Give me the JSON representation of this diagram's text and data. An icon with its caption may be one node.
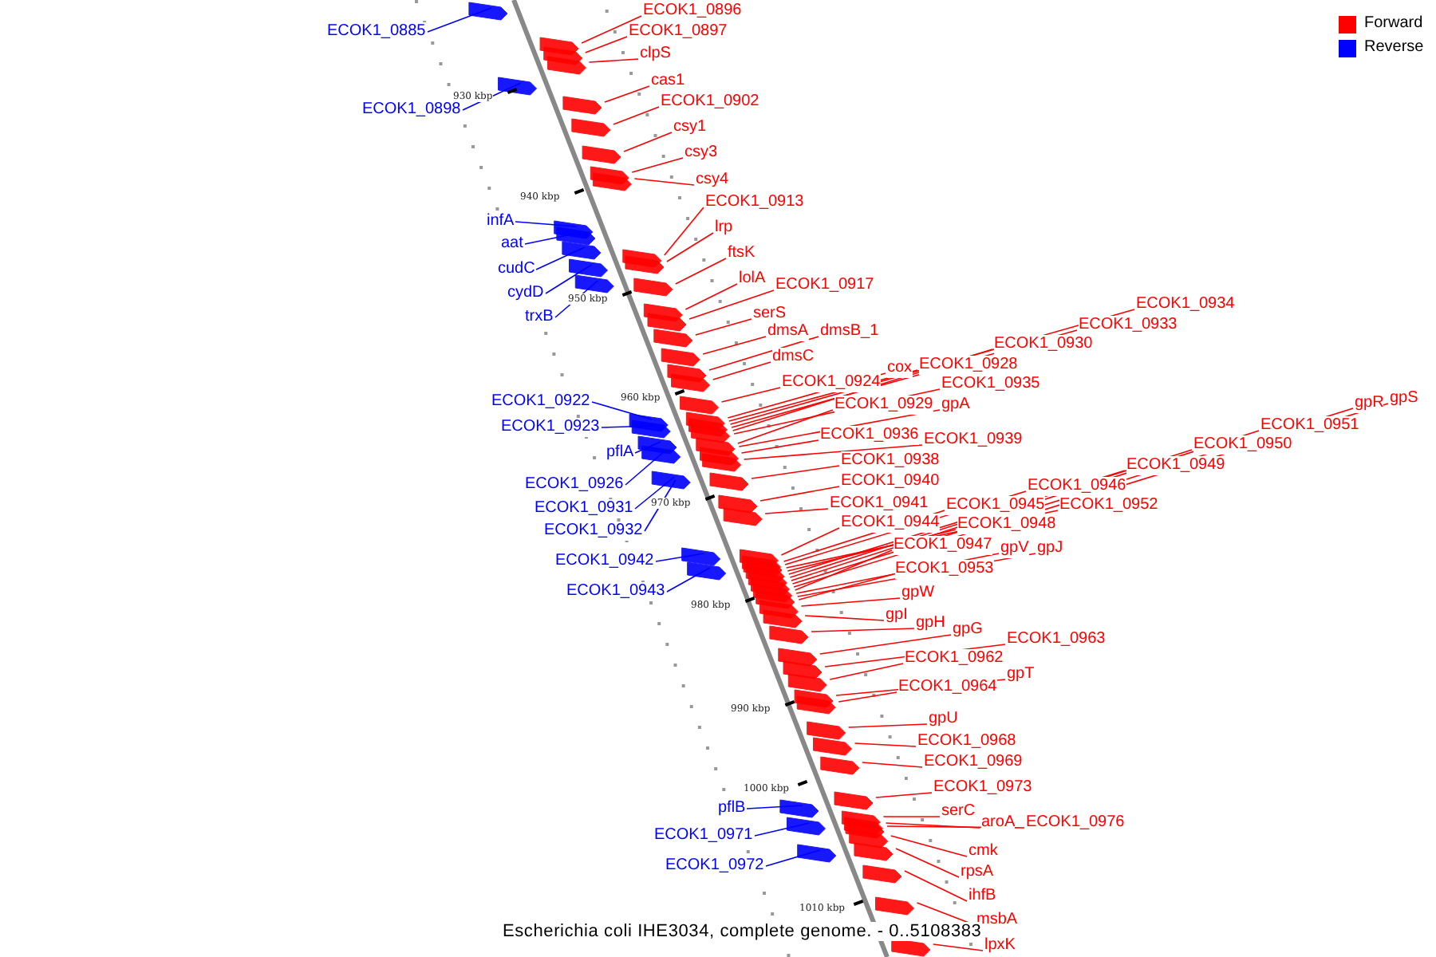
{
  "diagram": {
    "caption": "Escherichia coli IHE3034, complete genome. - 0..5108383",
    "nodes": [
      {
        "text": [
          "ECOK1_0885"
        ]
      },
      {
        "text": [
          "ECOK1_0898"
        ]
      },
      {
        "text": [
          "infA"
        ]
      },
      {
        "text": [
          "aat"
        ]
      },
      {
        "text": [
          "cudC"
        ]
      },
      {
        "text": [
          "cydD"
        ]
      },
      {
        "text": [
          "trxB"
        ]
      },
      {
        "text": [
          "ECOK1_0922"
        ]
      },
      {
        "text": [
          "ECOK1_0923"
        ]
      },
      {
        "text": [
          "pflA"
        ]
      },
      {
        "text": [
          "ECOK1_0926"
        ]
      },
      {
        "text": [
          "ECOK1_0931"
        ]
      },
      {
        "text": [
          "ECOK1_0932"
        ]
      },
      {
        "text": [
          "ECOK1_0942"
        ]
      },
      {
        "text": [
          "ECOK1_0943"
        ]
      },
      {
        "text": [
          "pflB"
        ]
      },
      {
        "text": [
          "ECOK1_0971"
        ]
      },
      {
        "text": [
          "ECOK1_0972"
        ]
      },
      {
        "text": [
          "ECOK1_0896"
        ]
      },
      {
        "text": [
          "ECOK1_0897"
        ]
      },
      {
        "text": [
          "clpS"
        ]
      },
      {
        "text": [
          "cas1"
        ]
      },
      {
        "text": [
          "ECOK1_0902"
        ]
      },
      {
        "text": [
          "csy1"
        ]
      },
      {
        "text": [
          "csy3"
        ]
      },
      {
        "text": [
          "csy4"
        ]
      },
      {
        "text": [
          "ECOK1_0913"
        ]
      },
      {
        "text": [
          "lrp"
        ]
      },
      {
        "text": [
          "ftsK"
        ]
      },
      {
        "text": [
          "lolA"
        ]
      },
      {
        "text": [
          "ECOK1_0917"
        ]
      },
      {
        "text": [
          "serS"
        ]
      },
      {
        "text": [
          "dmsA"
        ]
      },
      {
        "text": [
          "dmsB_1"
        ]
      },
      {
        "text": [
          "dmsC"
        ]
      },
      {
        "text": [
          "ECOK1_0924"
        ]
      },
      {
        "text": [
          "cox"
        ]
      },
      {
        "text": [
          "ECOK1_0928"
        ]
      },
      {
        "text": [
          "ECOK1_0934"
        ]
      },
      {
        "text": [
          "ECOK1_0933"
        ]
      },
      {
        "text": [
          "ECOK1_0930"
        ]
      },
      {
        "text": [
          "ECOK1_0935"
        ]
      },
      {
        "text": [
          "ECOK1_0929"
        ]
      },
      {
        "text": [
          "gpA"
        ]
      },
      {
        "text": [
          "ECOK1_0936"
        ]
      },
      {
        "text": [
          "ECOK1_0939"
        ]
      },
      {
        "text": [
          "ECOK1_0938"
        ]
      },
      {
        "text": [
          "ECOK1_0940"
        ]
      },
      {
        "text": [
          "ECOK1_0941"
        ]
      },
      {
        "text": [
          "ECOK1_0944"
        ]
      },
      {
        "text": [
          "ECOK1_0945"
        ]
      },
      {
        "text": [
          "ECOK1_0946"
        ]
      },
      {
        "text": [
          "ECOK1_0952"
        ]
      },
      {
        "text": [
          "ECOK1_0948"
        ]
      },
      {
        "text": [
          "ECOK1_0949"
        ]
      },
      {
        "text": [
          "ECOK1_0950"
        ]
      },
      {
        "text": [
          "ECOK1_0951"
        ]
      },
      {
        "text": [
          "gpR"
        ]
      },
      {
        "text": [
          "gpS"
        ]
      },
      {
        "text": [
          "ECOK1_0947"
        ]
      },
      {
        "text": [
          "gpV"
        ]
      },
      {
        "text": [
          "gpJ"
        ]
      },
      {
        "text": [
          "ECOK1_0953"
        ]
      },
      {
        "text": [
          "gpW"
        ]
      },
      {
        "text": [
          "gpI"
        ]
      },
      {
        "text": [
          "gpH"
        ]
      },
      {
        "text": [
          "gpG"
        ]
      },
      {
        "text": [
          "ECOK1_0963"
        ]
      },
      {
        "text": [
          "ECOK1_0962"
        ]
      },
      {
        "text": [
          "gpT"
        ]
      },
      {
        "text": [
          "ECOK1_0964"
        ]
      },
      {
        "text": [
          "gpU"
        ]
      },
      {
        "text": [
          "ECOK1_0968"
        ]
      },
      {
        "text": [
          "ECOK1_0969"
        ]
      },
      {
        "text": [
          "ECOK1_0973"
        ]
      },
      {
        "text": [
          "serC"
        ]
      },
      {
        "text": [
          "aroA"
        ]
      },
      {
        "text": [
          "ECOK1_0976"
        ]
      },
      {
        "text": [
          "cmk"
        ]
      },
      {
        "text": [
          "rpsA"
        ]
      },
      {
        "text": [
          "ihfB"
        ]
      },
      {
        "text": [
          "msbA"
        ]
      },
      {
        "text": [
          "lpxK"
        ]
      }
    ],
    "edges": [
      {
        "from": 0,
        "to": null,
        "arrow": "none",
        "color": "#0000ff"
      },
      {
        "from": 1,
        "to": null,
        "arrow": "none",
        "color": "#0000ff"
      },
      {
        "from": 2,
        "to": null,
        "arrow": "none",
        "color": "#0000ff"
      },
      {
        "from": 3,
        "to": null,
        "arrow": "none",
        "color": "#0000ff"
      },
      {
        "from": 4,
        "to": null,
        "arrow": "none",
        "color": "#0000ff"
      },
      {
        "from": 5,
        "to": null,
        "arrow": "none",
        "color": "#0000ff"
      },
      {
        "from": 6,
        "to": null,
        "arrow": "none",
        "color": "#0000ff"
      },
      {
        "from": 7,
        "to": null,
        "arrow": "none",
        "color": "#0000ff"
      },
      {
        "from": 8,
        "to": null,
        "arrow": "none",
        "color": "#0000ff"
      },
      {
        "from": 9,
        "to": null,
        "arrow": "none",
        "color": "#0000ff"
      },
      {
        "from": 10,
        "to": null,
        "arrow": "none",
        "color": "#0000ff"
      },
      {
        "from": 11,
        "to": null,
        "arrow": "none",
        "color": "#0000ff"
      },
      {
        "from": 12,
        "to": null,
        "arrow": "none",
        "color": "#0000ff"
      },
      {
        "from": 13,
        "to": null,
        "arrow": "none",
        "color": "#0000ff"
      },
      {
        "from": 14,
        "to": null,
        "arrow": "none",
        "color": "#0000ff"
      },
      {
        "from": 15,
        "to": null,
        "arrow": "none",
        "color": "#0000ff"
      },
      {
        "from": 16,
        "to": null,
        "arrow": "none",
        "color": "#0000ff"
      },
      {
        "from": 17,
        "to": null,
        "arrow": "none",
        "color": "#0000ff"
      },
      {
        "from": 18,
        "to": null,
        "arrow": "none"
      },
      {
        "from": 19,
        "to": null,
        "arrow": "none"
      },
      {
        "from": 20,
        "to": null,
        "arrow": "none"
      },
      {
        "from": 21,
        "to": null,
        "arrow": "none"
      },
      {
        "from": 22,
        "to": null,
        "arrow": "none"
      },
      {
        "from": 23,
        "to": null,
        "arrow": "none"
      },
      {
        "from": 24,
        "to": null,
        "arrow": "none"
      },
      {
        "from": 25,
        "to": null,
        "arrow": "none"
      },
      {
        "from": 26,
        "to": null,
        "arrow": "none"
      },
      {
        "from": 27,
        "to": null,
        "arrow": "none"
      },
      {
        "from": 28,
        "to": null,
        "arrow": "none"
      },
      {
        "from": 29,
        "to": null,
        "arrow": "none"
      },
      {
        "from": 30,
        "to": null,
        "arrow": "none"
      },
      {
        "from": 31,
        "to": null,
        "arrow": "none"
      },
      {
        "from": 32,
        "to": null,
        "arrow": "none"
      },
      {
        "from": 33,
        "to": null,
        "arrow": "none"
      },
      {
        "from": 34,
        "to": null,
        "arrow": "none"
      },
      {
        "from": 35,
        "to": null,
        "arrow": "none"
      },
      {
        "from": 36,
        "to": null,
        "arrow": "none"
      },
      {
        "from": 37,
        "to": null,
        "arrow": "none"
      },
      {
        "from": 38,
        "to": null,
        "arrow": "none"
      },
      {
        "from": 39,
        "to": null,
        "arrow": "none"
      },
      {
        "from": 40,
        "to": null,
        "arrow": "none"
      },
      {
        "from": 41,
        "to": null,
        "arrow": "none"
      },
      {
        "from": 42,
        "to": null,
        "arrow": "none"
      },
      {
        "from": 43,
        "to": null,
        "arrow": "none"
      },
      {
        "from": 44,
        "to": null,
        "arrow": "none"
      },
      {
        "from": 45,
        "to": null,
        "arrow": "none"
      },
      {
        "from": 46,
        "to": null,
        "arrow": "none"
      },
      {
        "from": 47,
        "to": null,
        "arrow": "none"
      },
      {
        "from": 48,
        "to": null,
        "arrow": "none"
      },
      {
        "from": 49,
        "to": null,
        "arrow": "none"
      },
      {
        "from": 50,
        "to": null,
        "arrow": "none"
      },
      {
        "from": 51,
        "to": null,
        "arrow": "none"
      },
      {
        "from": 52,
        "to": null,
        "arrow": "none"
      },
      {
        "from": 53,
        "to": null,
        "arrow": "none"
      },
      {
        "from": 54,
        "to": null,
        "arrow": "none"
      },
      {
        "from": 55,
        "to": null,
        "arrow": "none"
      },
      {
        "from": 56,
        "to": null,
        "arrow": "none"
      },
      {
        "from": 57,
        "to": null,
        "arrow": "none"
      },
      {
        "from": 58,
        "to": null,
        "arrow": "none"
      },
      {
        "from": 59,
        "to": null,
        "arrow": "none"
      },
      {
        "from": 60,
        "to": null,
        "arrow": "none"
      },
      {
        "from": 61,
        "to": null,
        "arrow": "none"
      },
      {
        "from": 62,
        "to": null,
        "arrow": "none"
      },
      {
        "from": 63,
        "to": null,
        "arrow": "none"
      },
      {
        "from": 64,
        "to": null,
        "arrow": "none"
      },
      {
        "from": 65,
        "to": null,
        "arrow": "none"
      },
      {
        "from": 66,
        "to": null,
        "arrow": "none"
      },
      {
        "from": 67,
        "to": null,
        "arrow": "none"
      },
      {
        "from": 68,
        "to": null,
        "arrow": "none"
      },
      {
        "from": 69,
        "to": null,
        "arrow": "none"
      },
      {
        "from": 70,
        "to": null,
        "arrow": "none"
      },
      {
        "from": 71,
        "to": null,
        "arrow": "none"
      },
      {
        "from": 72,
        "to": null,
        "arrow": "none"
      },
      {
        "from": 73,
        "to": null,
        "arrow": "none"
      },
      {
        "from": 74,
        "to": null,
        "arrow": "none"
      },
      {
        "from": 75,
        "to": null,
        "arrow": "none"
      },
      {
        "from": 76,
        "to": null,
        "arrow": "none"
      },
      {
        "from": 77,
        "to": null,
        "arrow": "none"
      },
      {
        "from": 78,
        "to": null,
        "arrow": "none"
      },
      {
        "from": 79,
        "to": null,
        "arrow": "none"
      },
      {
        "from": 80,
        "to": null,
        "arrow": "none"
      },
      {
        "from": 81,
        "to": null,
        "arrow": "none"
      },
      {
        "from": 82,
        "to": null,
        "arrow": "none"
      }
    ],
    "labels": [
      "930 kbp",
      "940 kbp",
      "950 kbp",
      "960 kbp",
      "970 kbp",
      "980 kbp",
      "990 kbp",
      "1000 kbp",
      "1010 kbp"
    ],
    "legend": [
      {
        "text": "Forward",
        "color": "#ff0000"
      },
      {
        "text": "Reverse",
        "color": "#0000ff"
      }
    ]
  }
}
